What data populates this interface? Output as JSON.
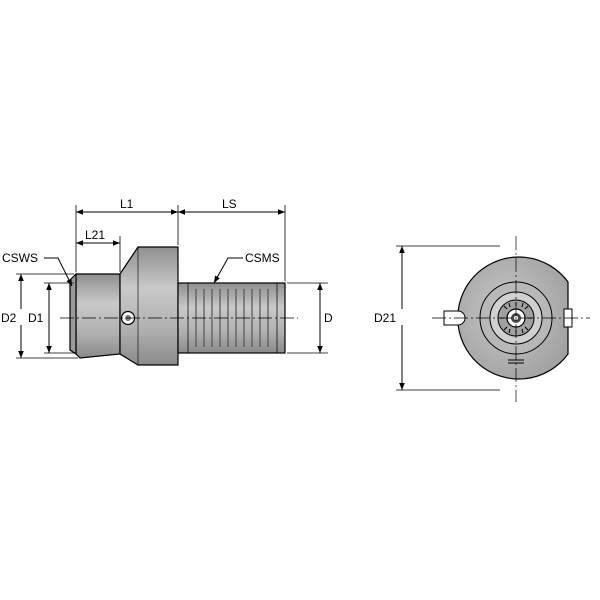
{
  "labels": {
    "l1": "L1",
    "ls": "LS",
    "l21": "L21",
    "csws": "CSWS",
    "csms": "CSMS",
    "d2": "D2",
    "d1": "D1",
    "d": "D",
    "d21": "D21"
  },
  "colors": {
    "line": "#000000",
    "body_light": "#c4c4c4",
    "body_mid": "#a8a8a8",
    "body_dark": "#8e8e8e",
    "background": "#ffffff"
  },
  "views": [
    "side-view",
    "front-view"
  ]
}
